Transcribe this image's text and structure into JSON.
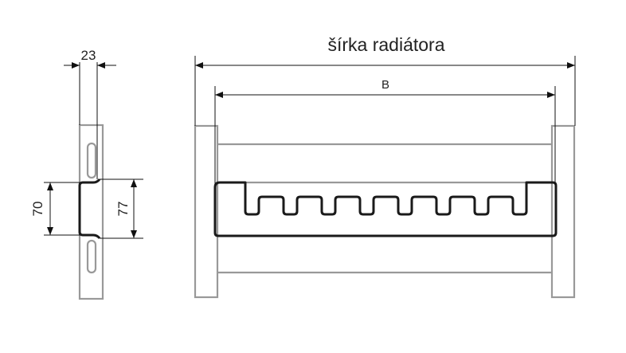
{
  "labels": {
    "width_title": "šírka radiátora",
    "dim_b": "B",
    "dim_23": "23",
    "dim_70": "70",
    "dim_77": "77"
  },
  "colors": {
    "outline": "#999999",
    "bracket": "#1a1a1a",
    "dimension": "#111111"
  }
}
